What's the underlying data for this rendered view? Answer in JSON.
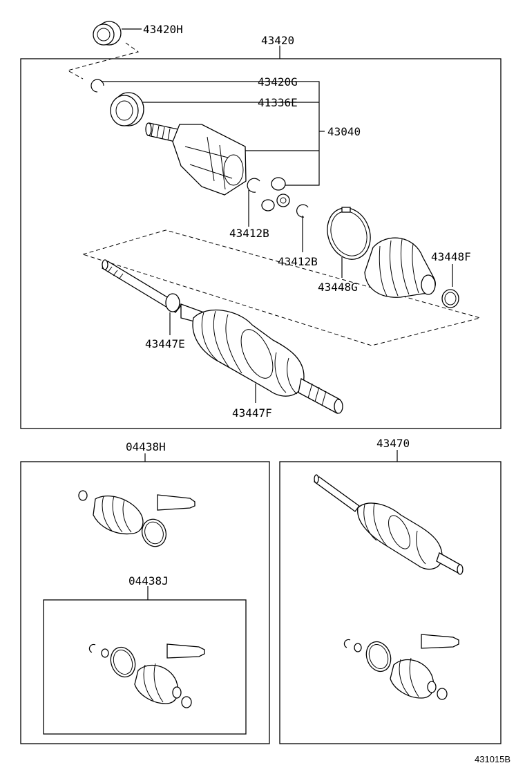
{
  "labels": {
    "p43420H": "43420H",
    "p43420": "43420",
    "p43420G": "43420G",
    "p41336E": "41336E",
    "p43040": "43040",
    "p43412B_a": "43412B",
    "p43412B_b": "43412B",
    "p43448F": "43448F",
    "p43448G": "43448G",
    "p43447E": "43447E",
    "p43447F": "43447F",
    "p04438H": "04438H",
    "p04438J": "04438J",
    "p43470": "43470"
  },
  "figure_id": "431015B"
}
